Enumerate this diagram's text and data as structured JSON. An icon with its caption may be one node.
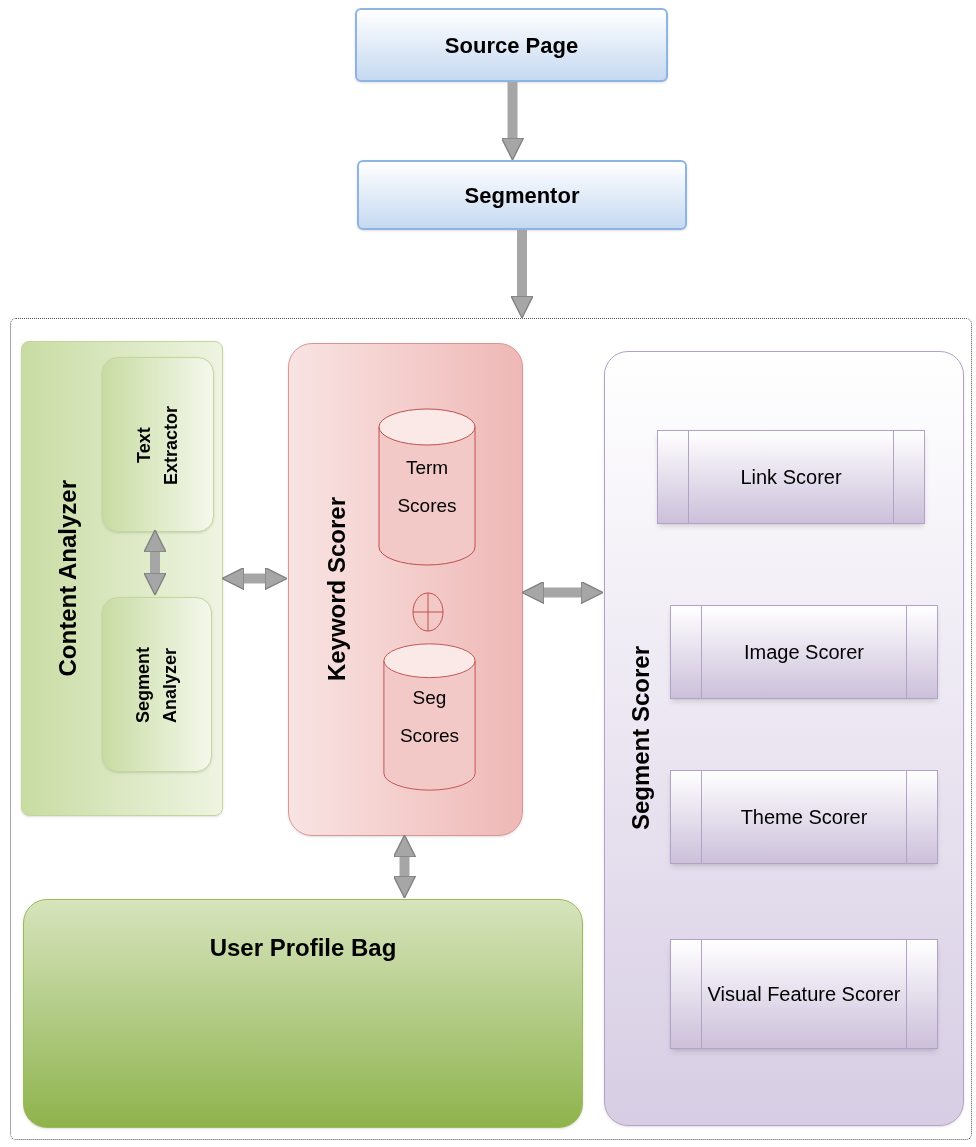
{
  "diagram": {
    "nodes": [
      {
        "text": [
          "Source Page"
        ]
      },
      {
        "text": [
          "Segmentor"
        ]
      },
      {
        "text": [],
        "shape": "box"
      },
      {
        "text": [
          "Content Analyzer"
        ],
        "in": 2
      },
      {
        "text": [
          "Text Extractor"
        ],
        "in": 3
      },
      {
        "text": [
          "Segment Analyzer"
        ],
        "in": 3
      },
      {
        "text": [
          "Keyword Scorer"
        ],
        "in": 2
      },
      {
        "text": [
          "Term Scores"
        ],
        "in": 6
      },
      {
        "text": [],
        "shape": "circle",
        "in": 6
      },
      {
        "text": [
          "Seg Scores"
        ],
        "in": 6
      },
      {
        "text": [
          "Segment Scorer"
        ],
        "in": 2
      },
      {
        "text": [
          "Link Scorer"
        ],
        "in": 10
      },
      {
        "text": [
          "Image Scorer"
        ],
        "in": 10
      },
      {
        "text": [
          "Theme Scorer"
        ],
        "in": 10
      },
      {
        "text": [
          "Visual Feature Scorer"
        ],
        "in": 10
      },
      {
        "text": [
          "User Profile Bag"
        ],
        "in": 2
      }
    ],
    "edges": [
      {
        "from": 0,
        "to": 1,
        "arrow": "to"
      },
      {
        "from": 1,
        "to": 2,
        "arrow": "to"
      },
      {
        "from": 4,
        "to": 5,
        "arrow": "both"
      },
      {
        "from": 3,
        "to": 6,
        "arrow": "both"
      },
      {
        "from": 6,
        "to": 10,
        "arrow": "both"
      },
      {
        "from": 6,
        "to": 15,
        "arrow": "both"
      }
    ]
  }
}
